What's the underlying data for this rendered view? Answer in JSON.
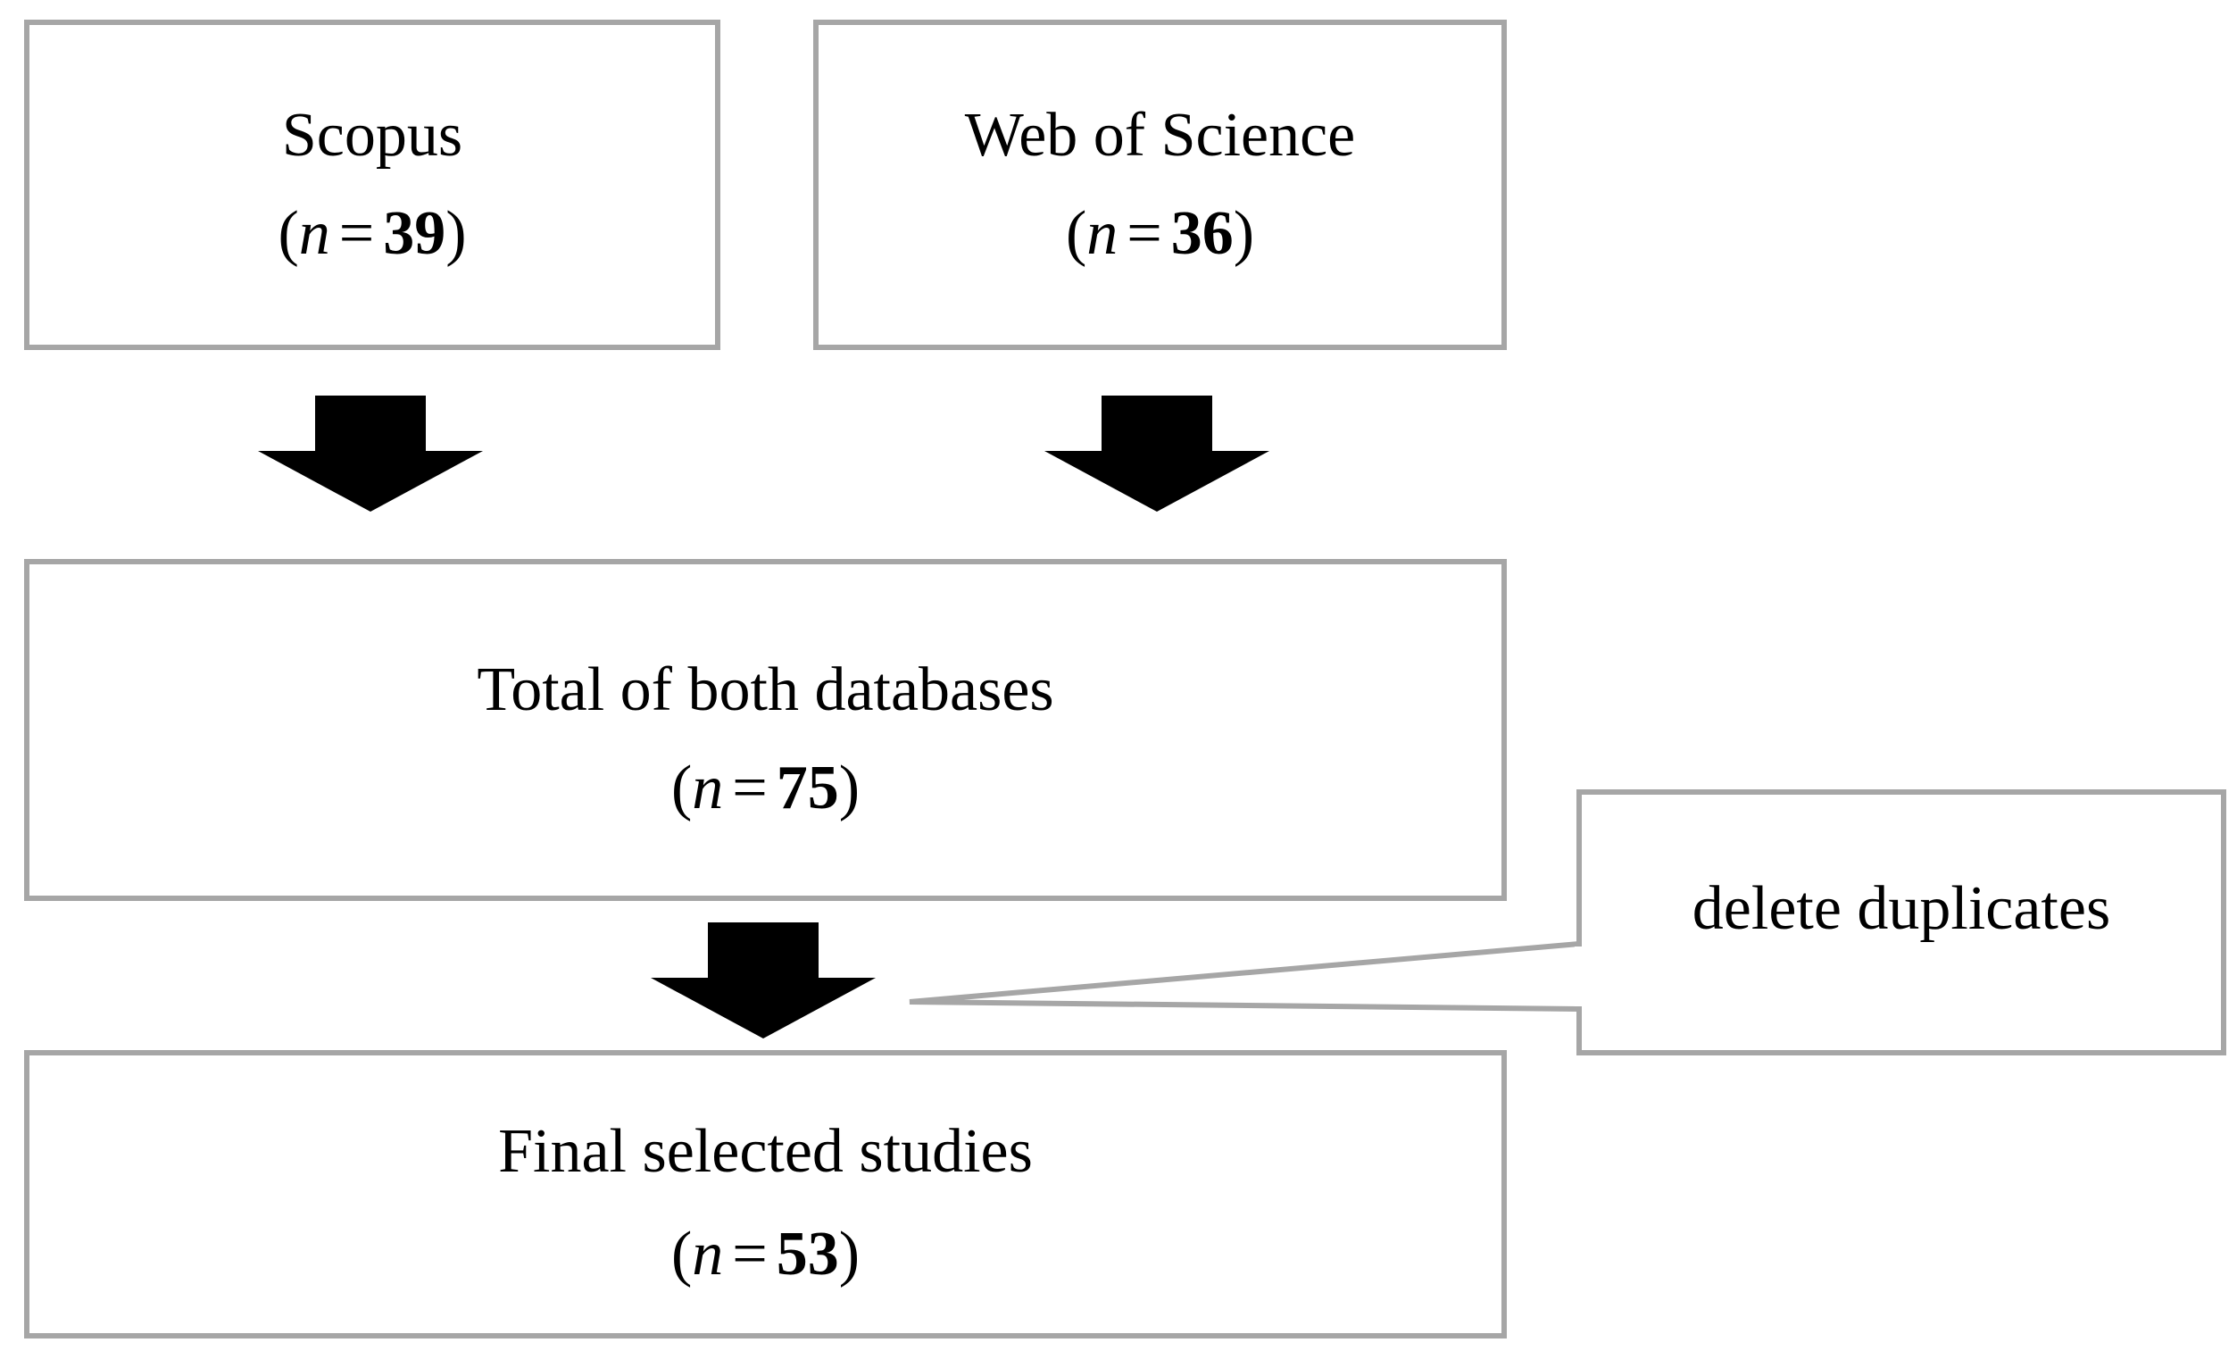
{
  "flowchart": {
    "boxes": {
      "scopus": {
        "title": "Scopus",
        "count_open": "(",
        "count_var": "n",
        "count_eq": "=",
        "count_num": "39",
        "count_close": ")"
      },
      "web_of_science": {
        "title": "Web of Science",
        "count_open": "(",
        "count_var": "n",
        "count_eq": "=",
        "count_num": "36",
        "count_close": ")"
      },
      "total": {
        "title": "Total of both databases",
        "count_open": "(",
        "count_var": "n",
        "count_eq": "=",
        "count_num": "75",
        "count_close": ")"
      },
      "final": {
        "title": "Final selected studies",
        "count_open": "(",
        "count_var": "n",
        "count_eq": "=",
        "count_num": "53",
        "count_close": ")"
      }
    },
    "callout": {
      "text": "delete duplicates"
    },
    "colors": {
      "box_border": "#a6a6a6",
      "arrow_fill": "#000000",
      "text": "#000000",
      "background": "#ffffff"
    },
    "icons": {
      "flow_arrow": "down-arrow-icon"
    }
  }
}
